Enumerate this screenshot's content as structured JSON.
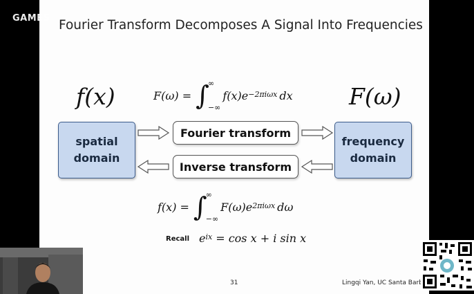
{
  "watermark": "GAMES",
  "slide": {
    "title": "Fourier Transform Decomposes A Signal Into Frequencies",
    "left_symbol": "f(x)",
    "right_symbol": "F(ω)",
    "forward_eq": {
      "lhs": "F(ω) =",
      "upper": "∞",
      "lower": "−∞",
      "body": "f(x)e",
      "exp": "−2πiωx",
      "dx": "dx"
    },
    "inverse_eq": {
      "lhs": "f(x) =",
      "upper": "∞",
      "lower": "−∞",
      "body": "F(ω)e",
      "exp": "2πiωx",
      "dx": "dω"
    },
    "spatial_box": {
      "line1": "spatial",
      "line2": "domain"
    },
    "frequency_box": {
      "line1": "frequency",
      "line2": "domain"
    },
    "forward_label": "Fourier transform",
    "inverse_label": "Inverse transform",
    "recall_label": "Recall",
    "euler_eq": {
      "base": "e",
      "exp": "ix",
      "rhs": "= cos x + i sin x"
    },
    "page_number": "31",
    "author": "Lingqi Yan, UC Santa Barba"
  },
  "colors": {
    "domain_box": "#c8d8ef",
    "domain_border": "#3a5a8a",
    "background": "#000000"
  }
}
